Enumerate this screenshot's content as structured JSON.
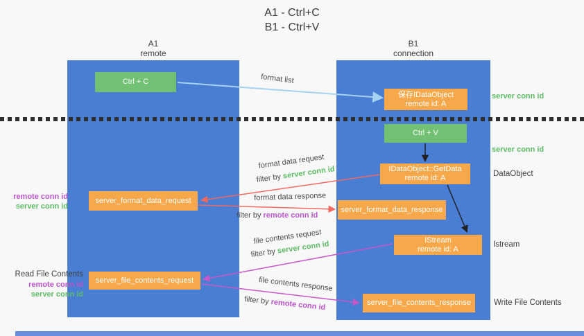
{
  "title": {
    "line1": "A1 - Ctrl+C",
    "line2": "B1 - Ctrl+V"
  },
  "columns": {
    "a1": {
      "name": "A1",
      "subtitle": "remote"
    },
    "b1": {
      "name": "B1",
      "subtitle": "connection"
    }
  },
  "nodes": {
    "ctrl_c": {
      "label": "Ctrl + C"
    },
    "ctrl_v": {
      "label": "Ctrl + V"
    },
    "save_dataobject": {
      "line1": "保存IDataObject",
      "line2": "remote id: A"
    },
    "getdata": {
      "line1": "IDataObject::GetData",
      "line2": "remote id: A"
    },
    "istream": {
      "line1": "IStream",
      "line2": "remote id: A"
    },
    "format_request": {
      "label": "server_format_data_request"
    },
    "format_response": {
      "label": "server_format_data_response"
    },
    "file_request": {
      "label": "server_file_contents_request"
    },
    "file_response": {
      "label": "server_file_contents_response"
    }
  },
  "arrow_labels": {
    "format_list": "format list",
    "format_data_request": "format data request",
    "format_data_request_filter_prefix": "filter by",
    "format_data_request_filter_key": "server conn id",
    "format_data_response": "format data response",
    "format_data_response_filter_prefix": "filter by",
    "format_data_response_filter_key": "remote conn id",
    "file_contents_request": "file contents request",
    "file_contents_request_filter_prefix": "filter by",
    "file_contents_request_filter_key": "server conn id",
    "file_contents_response": "file contents response",
    "file_contents_response_filter_prefix": "filter by",
    "file_contents_response_filter_key": "remote conn id"
  },
  "side_labels": {
    "right_server_conn_id_top": "server conn id",
    "right_server_conn_id_mid": "server conn id",
    "right_dataobject": "DataObject",
    "right_istream": "Istream",
    "right_write_file_contents": "Write File Contents",
    "left_remote_conn_id_top": "remote conn id",
    "left_server_conn_id_top": "server conn id",
    "left_read_file_contents": "Read File Contents",
    "left_remote_conn_id_bottom": "remote conn id",
    "left_server_conn_id_bottom": "server conn id"
  },
  "colors": {
    "column_blue": "#4a7ed3",
    "box_green": "#72c073",
    "box_orange": "#f7a84a",
    "text_green": "#5dbb63",
    "text_purple": "#b954c9",
    "arrow_red": "#f0695c",
    "arrow_magenta": "#c657c6",
    "arrow_lightblue": "#a6d2f2",
    "arrow_black": "#222222"
  }
}
